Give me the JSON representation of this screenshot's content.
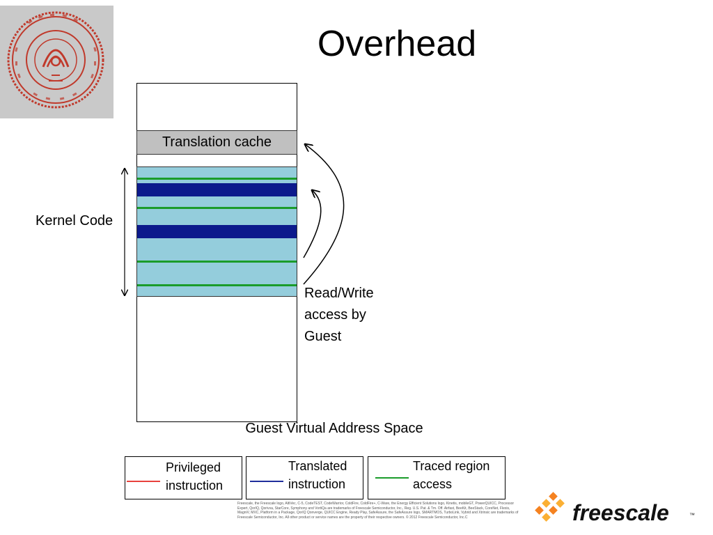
{
  "slide": {
    "title": "Overhead"
  },
  "diagram": {
    "translation_cache_label": "Translation cache",
    "kernel_code_label": "Kernel Code",
    "read_write_label_lines": [
      "Read/Write",
      "access by",
      "Guest"
    ],
    "address_space_label": "Guest Virtual Address Space"
  },
  "legend": [
    {
      "lines": [
        "Privileged",
        "instruction"
      ],
      "color": "#e8413c"
    },
    {
      "lines": [
        "Translated",
        "instruction"
      ],
      "color": "#1f2e9c"
    },
    {
      "lines": [
        "Traced region",
        "access"
      ],
      "color": "#1a9c2a"
    }
  ],
  "footer": {
    "disclaimer": "Freescale, the Freescale logo, AltiVec, C-5, CodeTEST, CodeWarrior, ColdFire, ColdFire+, C-Ware, the Energy Efficient Solutions logo, Kinetis, mobileGT, PowerQUICC, Processor Expert, QorIQ, Qorivva, StarCore, Symphony and VortiQa are trademarks of Freescale Semiconductor, Inc., Reg. U.S. Pat. & Tm. Off. Airfast, BeeKit, BeeStack, CoreNet, Flexis, MagniV, MXC, Platform in a Package, QorIQ Qonverge, QUICC Engine, Ready Play, SafeAssure, the SafeAssure logo, SMARTMOS, TurboLink, Vybrid and Xtrinsic are trademarks of Freescale Semiconductor, Inc. All other product or service names are the property of their respective owners. © 2012 Freescale Semiconductor, Inc.C",
    "brand_name": "freescale",
    "brand_tm": "™"
  },
  "colors": {
    "logo_red": "#c0392b",
    "kernel_region": "#94cddc",
    "translated_band": "#0c1a8c",
    "traced_line": "#1a9c2a",
    "brand_orange": "#f58220",
    "brand_yellow": "#fbb034"
  }
}
